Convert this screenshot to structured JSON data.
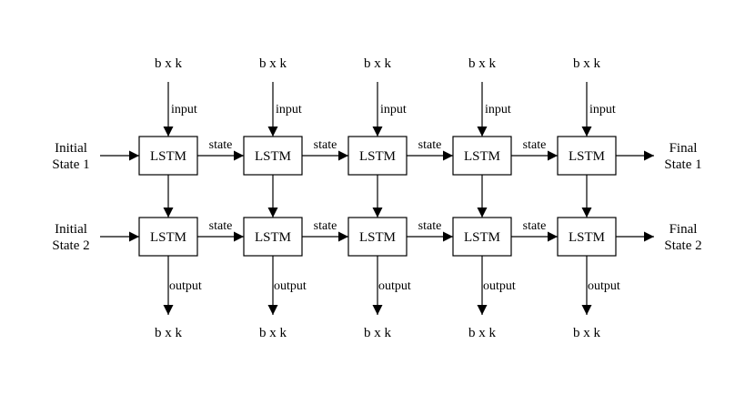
{
  "dimension_label": "b x k",
  "cell_label": "LSTM",
  "input_label": "input",
  "output_label": "output",
  "state_label": "state",
  "layers": [
    {
      "initial_state": [
        "Initial",
        "State 1"
      ],
      "final_state": [
        "Final",
        "State 1"
      ]
    },
    {
      "initial_state": [
        "Initial",
        "State 2"
      ],
      "final_state": [
        "Final",
        "State 2"
      ]
    }
  ],
  "timesteps": 5
}
